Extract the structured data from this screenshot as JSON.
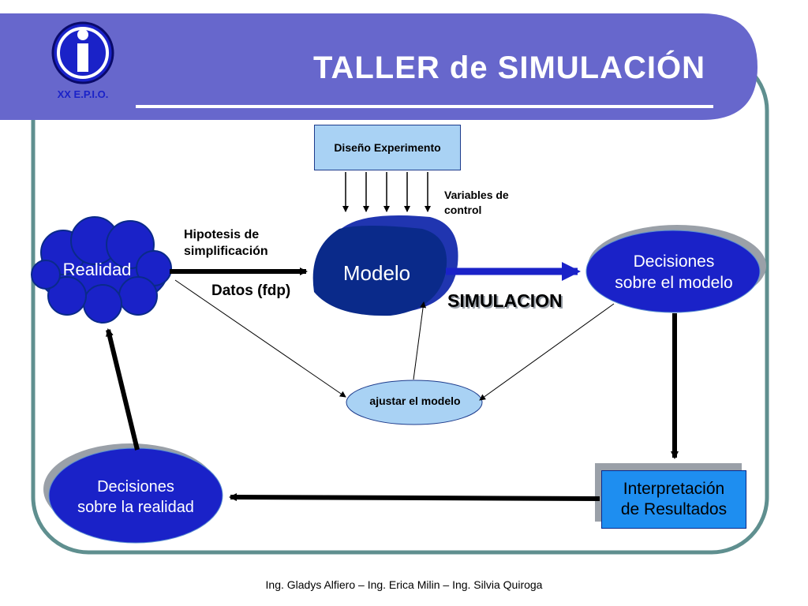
{
  "header": {
    "title": "TALLER de SIMULACIÓN",
    "logo_text": "XX E.P.I.O.",
    "logo_letter": "i"
  },
  "diagram": {
    "design_box": "Diseño Experimento",
    "control_vars": [
      "Variables de",
      "control"
    ],
    "realidad": "Realidad",
    "hipotesis": [
      "Hipotesis de",
      "simplificación"
    ],
    "datos": "Datos (fdp)",
    "modelo": "Modelo",
    "simulacion": "SIMULACION",
    "decisiones_modelo": [
      "Decisiones",
      "sobre el modelo"
    ],
    "ajustar": "ajustar el modelo",
    "decisiones_realidad": [
      "Decisiones",
      "sobre la realidad"
    ],
    "interpretacion": [
      "Interpretación",
      "de Resultados"
    ]
  },
  "footer": {
    "authors": "Ing. Gladys Alfiero – Ing. Erica Milin – Ing. Silvia Quiroga"
  },
  "colors": {
    "header_band": "#6767cc",
    "frame": "#5f8f8f",
    "dark_blue": "#0a2a8a",
    "royal_blue": "#1a22c8",
    "light_blue": "#a9d2f4",
    "accent_blue": "#1e8ef0"
  }
}
